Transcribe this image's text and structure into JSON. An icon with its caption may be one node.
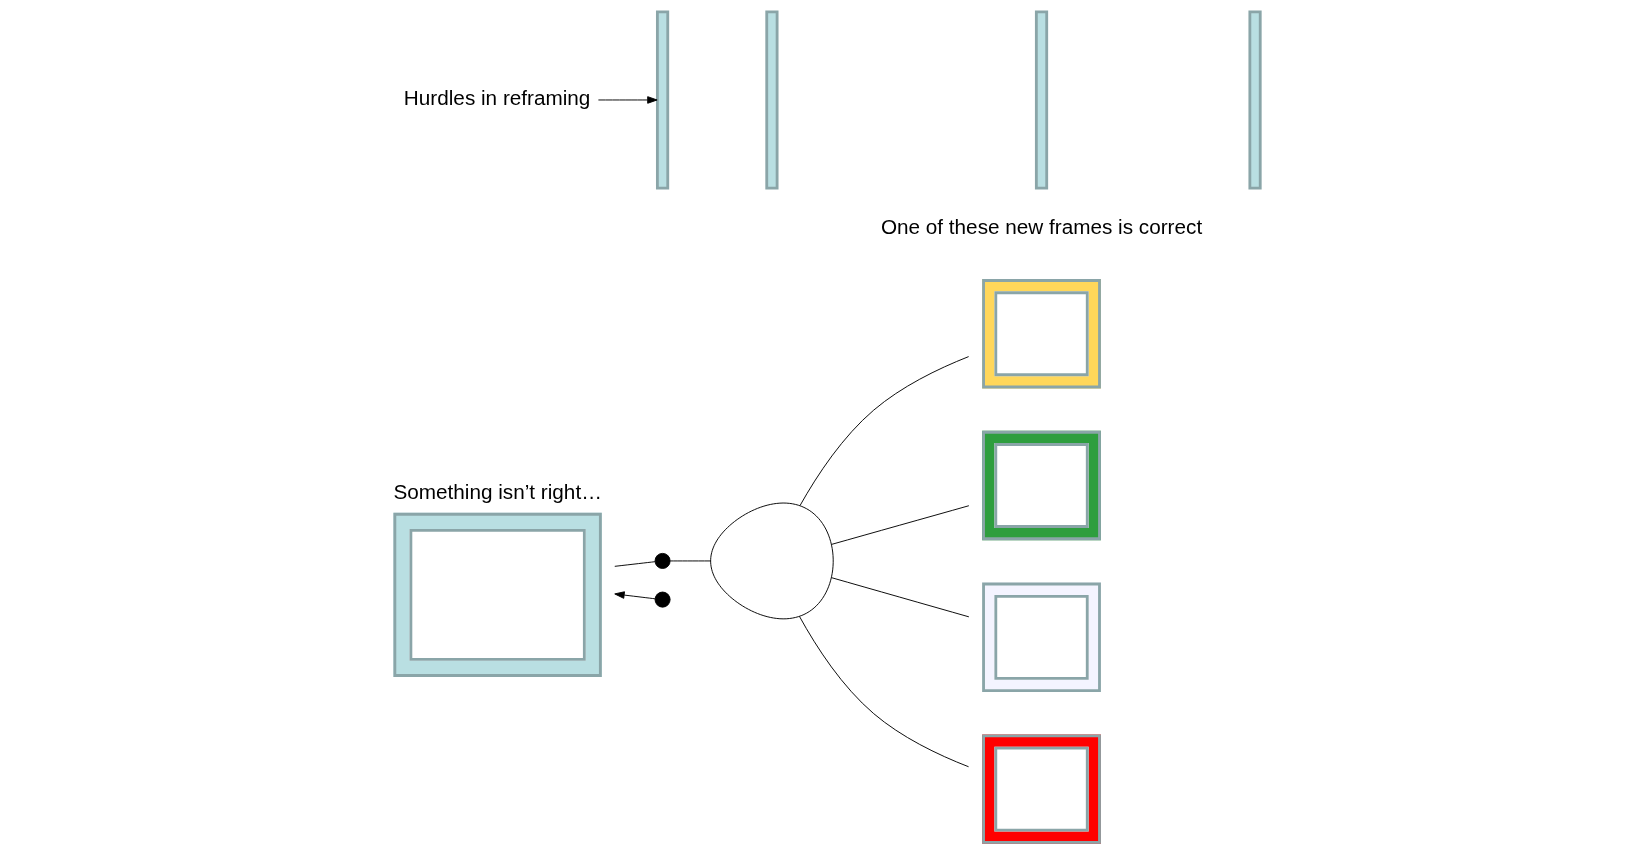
{
  "diagram": {
    "nodes": [
      {
        "text": [
          "Something isn’t right…"
        ]
      },
      {
        "text": [],
        "shape": "circle"
      },
      {
        "text": [],
        "shape": "circle"
      },
      {
        "text": [],
        "shape": "arch"
      },
      {
        "text": [],
        "shape": "bar"
      },
      {
        "text": [],
        "shape": "bar"
      },
      {
        "text": [],
        "shape": "bar"
      },
      {
        "text": [],
        "shape": "bar"
      },
      {
        "text": [
          "Hurdles in reframing"
        ]
      },
      {
        "text": [],
        "shape": "box"
      },
      {
        "text": [],
        "shape": "box"
      },
      {
        "text": [],
        "shape": "box"
      },
      {
        "text": [],
        "shape": "box"
      }
    ],
    "edges": [
      {
        "from": 0,
        "to": 1,
        "arrow": "none"
      },
      {
        "from": 1,
        "to": 3,
        "arrow": "none"
      },
      {
        "from": 2,
        "to": 0,
        "arrow": "to"
      },
      {
        "from": 8,
        "to": 4,
        "arrow": "to"
      },
      {
        "from": 3,
        "to": 9,
        "arrow": "none"
      },
      {
        "from": 3,
        "to": 10,
        "arrow": "none"
      },
      {
        "from": 3,
        "to": 11,
        "arrow": "none"
      },
      {
        "from": 3,
        "to": 12,
        "arrow": "none"
      }
    ],
    "labels": [
      "One of these new frames is correct"
    ]
  }
}
